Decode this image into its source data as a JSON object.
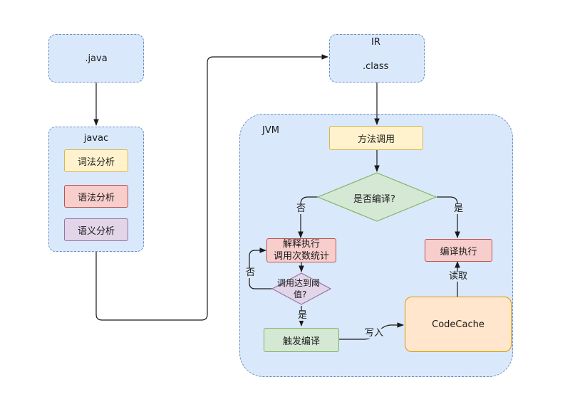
{
  "nodes": {
    "java": ".java",
    "javac": "javac",
    "lexical": "词法分析",
    "syntax": "语法分析",
    "semantic": "语义分析",
    "ir": "IR",
    "class": ".class",
    "jvm": "JVM",
    "method_call": "方法调用",
    "compiled_q": "是否编译?",
    "interpret_line1": "解释执行",
    "interpret_line2": "调用次数统计",
    "threshold_line1": "调用达到阈",
    "threshold_line2": "值?",
    "trigger_compile": "触发编译",
    "compile_exec": "编译执行",
    "codecache": "CodeCache"
  },
  "edges": {
    "no_left": "否",
    "yes_right": "是",
    "no_loop": "否",
    "yes_down": "是",
    "write": "写入",
    "read": "读取"
  },
  "colors": {
    "container_fill": "#dae8fc",
    "container_stroke": "#6c8ebf",
    "yellow_fill": "#fff2cc",
    "red_fill": "#f8cecc",
    "purple_fill": "#e1d5e7",
    "green_fill": "#d5e8d4",
    "orange_fill": "#ffe6cc",
    "line": "#1a1a1a"
  }
}
